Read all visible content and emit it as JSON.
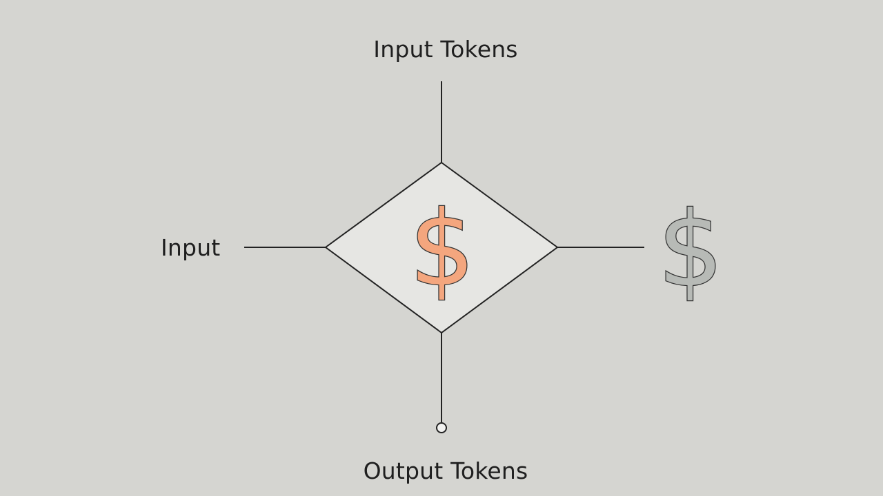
{
  "labels": {
    "top": "Input Tokens",
    "left": "Input",
    "bottom": "Output Tokens"
  },
  "symbols": {
    "center": "$",
    "right": "$"
  },
  "colors": {
    "background": "#d5d5d1",
    "diamond_fill": "#e6e6e3",
    "line": "#222222",
    "center_dollar": "#f4a67e",
    "right_dollar": "#b7bab6"
  },
  "icons": {
    "center": "dollar-icon",
    "right": "dollar-icon",
    "terminal": "circle-node-icon"
  }
}
